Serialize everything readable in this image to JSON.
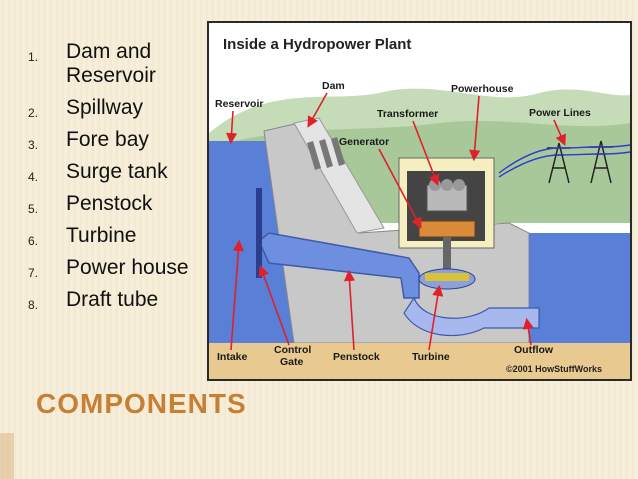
{
  "slide": {
    "title": "COMPONENTS",
    "components": [
      {
        "number": "1.",
        "text": "Dam and Reservoir"
      },
      {
        "number": "2.",
        "text": "Spillway"
      },
      {
        "number": "3.",
        "text": "Fore bay"
      },
      {
        "number": "4.",
        "text": "Surge tank"
      },
      {
        "number": "5.",
        "text": "Penstock"
      },
      {
        "number": "6.",
        "text": "Turbine"
      },
      {
        "number": "7.",
        "text": "Power house"
      },
      {
        "number": "8.",
        "text": "Draft tube"
      }
    ]
  },
  "diagram": {
    "title": "Inside a Hydropower Plant",
    "copyright": "©2001 HowStuffWorks",
    "labels": {
      "reservoir": "Reservoir",
      "dam": "Dam",
      "powerhouse": "Powerhouse",
      "transformer": "Transformer",
      "power_lines": "Power Lines",
      "generator": "Generator",
      "intake": "Intake",
      "control_gate_1": "Control",
      "control_gate_2": "Gate",
      "penstock": "Penstock",
      "turbine": "Turbine",
      "outflow": "Outflow"
    },
    "colors": {
      "water": "#5a7fd6",
      "concrete": "#c8c8c8",
      "ground": "#e8c98f",
      "sky": "#ffffff",
      "hills": "#b7d4a8",
      "arrow": "#e0202a"
    }
  }
}
